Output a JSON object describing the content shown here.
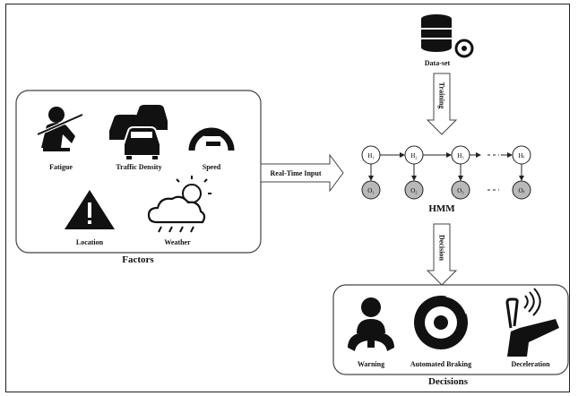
{
  "factors": {
    "title": "Factors",
    "items": [
      {
        "label": "Fatigue",
        "icon": "seatbelt-driver-icon"
      },
      {
        "label": "Traffic Density",
        "icon": "cars-traffic-icon"
      },
      {
        "label": "Speed",
        "icon": "speedometer-icon"
      },
      {
        "label": "Location",
        "icon": "warning-triangle-icon"
      },
      {
        "label": "Weather",
        "icon": "cloud-sun-rain-icon"
      }
    ]
  },
  "dataset": {
    "label": "Data-set",
    "icon": "database-gear-icon"
  },
  "arrows": {
    "training": "Training",
    "realtime": "Real-Time Input",
    "decision": "Decision"
  },
  "hmm": {
    "title": "HMM",
    "hidden_states": [
      "H₁",
      "H₂",
      "H₃",
      "Hₜ"
    ],
    "observations": [
      "O₁",
      "O₂",
      "O₃",
      "Oₜ"
    ]
  },
  "decisions": {
    "title": "Decisions",
    "items": [
      {
        "label": "Warning",
        "icon": "driver-wheel-icon"
      },
      {
        "label": "Automated Braking",
        "icon": "brake-disc-icon"
      },
      {
        "label": "Deceleration",
        "icon": "foot-pedal-icon"
      }
    ]
  },
  "colors": {
    "obs_fill": "#b8b8b8",
    "arrow_fill": "#ffffff",
    "stroke": "#222222"
  }
}
